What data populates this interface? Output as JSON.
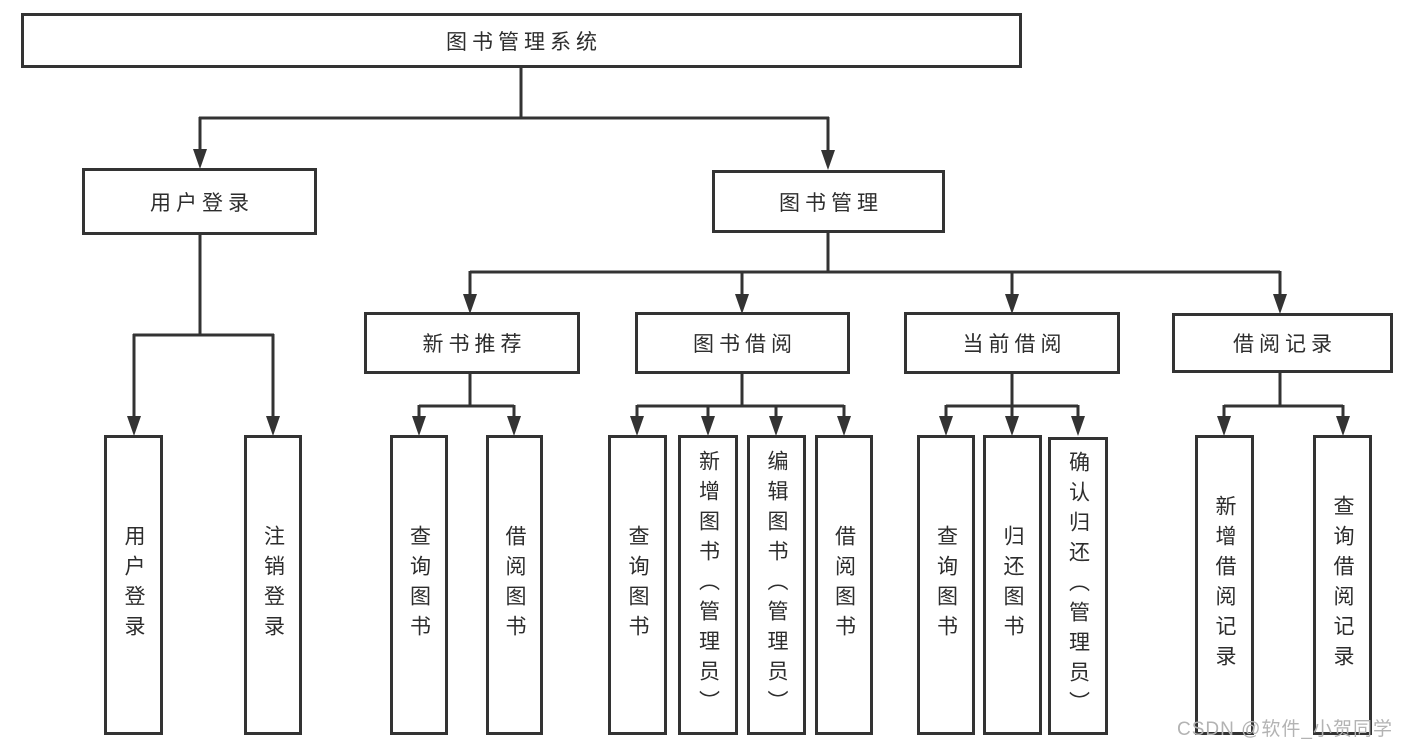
{
  "title": "图书管理系统",
  "watermark": {
    "text": "CSDN @软件_小贺同学"
  },
  "colors": {
    "line": "#333333",
    "box_border": "#333333",
    "box_fill": "#ffffff",
    "text": "#2d2d2d",
    "watermark": "#b3b3b3"
  },
  "tree": {
    "root": {
      "label": "图书管理系统"
    },
    "children": [
      {
        "label": "用户登录",
        "children": [
          {
            "label": "用户登录"
          },
          {
            "label": "注销登录"
          }
        ]
      },
      {
        "label": "图书管理",
        "children": [
          {
            "label": "新书推荐",
            "children": [
              {
                "label": "查询图书"
              },
              {
                "label": "借阅图书"
              }
            ]
          },
          {
            "label": "图书借阅",
            "children": [
              {
                "label": "查询图书"
              },
              {
                "label": "新增图书（管理员）"
              },
              {
                "label": "编辑图书（管理员）"
              },
              {
                "label": "借阅图书"
              }
            ]
          },
          {
            "label": "当前借阅",
            "children": [
              {
                "label": "查询图书"
              },
              {
                "label": "归还图书"
              },
              {
                "label": "确认归还（管理员）"
              }
            ]
          },
          {
            "label": "借阅记录",
            "children": [
              {
                "label": "新增借阅记录"
              },
              {
                "label": "查询借阅记录"
              }
            ]
          }
        ]
      }
    ]
  }
}
